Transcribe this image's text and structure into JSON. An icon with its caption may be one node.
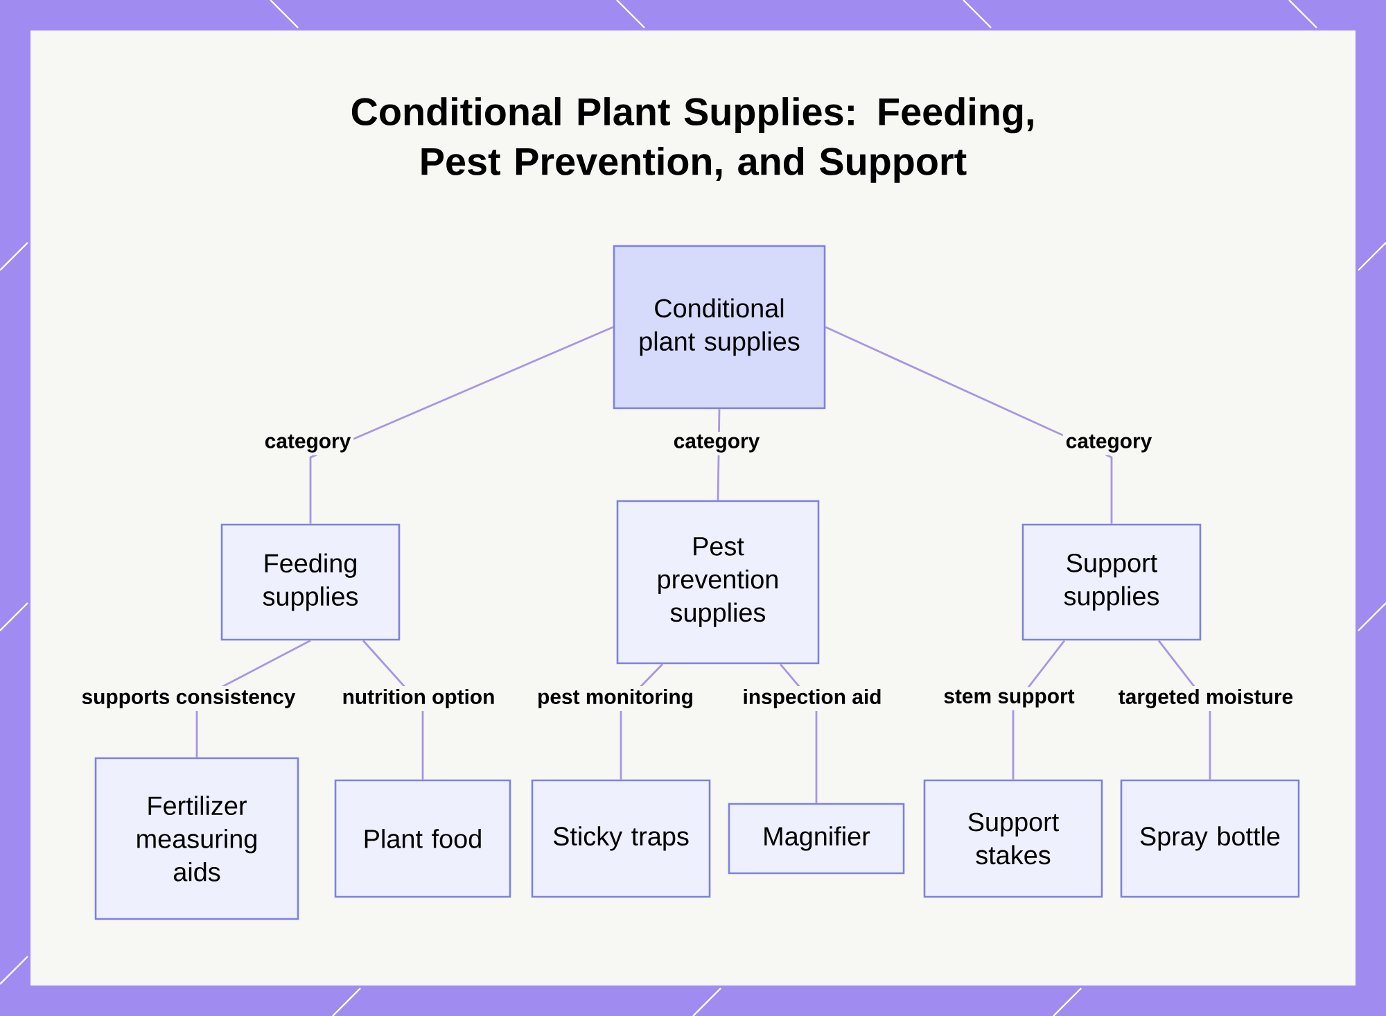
{
  "diagram": {
    "title": "Conditional Plant Supplies: Feeding, Pest Prevention, and Support",
    "nodes": [
      {
        "text": [
          "Conditional plant supplies"
        ]
      },
      {
        "text": [
          "Feeding supplies"
        ]
      },
      {
        "text": [
          "Pest prevention supplies"
        ]
      },
      {
        "text": [
          "Support supplies"
        ]
      },
      {
        "text": [
          "Fertilizer measuring aids"
        ]
      },
      {
        "text": [
          "Plant food"
        ]
      },
      {
        "text": [
          "Sticky traps"
        ]
      },
      {
        "text": [
          "Magnifier"
        ]
      },
      {
        "text": [
          "Support stakes"
        ]
      },
      {
        "text": [
          "Spray bottle"
        ]
      }
    ],
    "edges": [
      {
        "from": 0,
        "to": 1,
        "arrow": "none",
        "label": "category"
      },
      {
        "from": 0,
        "to": 2,
        "arrow": "none",
        "label": "category"
      },
      {
        "from": 0,
        "to": 3,
        "arrow": "none",
        "label": "category"
      },
      {
        "from": 1,
        "to": 4,
        "arrow": "none",
        "label": "supports consistency"
      },
      {
        "from": 1,
        "to": 5,
        "arrow": "none",
        "label": "nutrition option"
      },
      {
        "from": 2,
        "to": 6,
        "arrow": "none",
        "label": "pest monitoring"
      },
      {
        "from": 2,
        "to": 7,
        "arrow": "none",
        "label": "inspection aid"
      },
      {
        "from": 3,
        "to": 8,
        "arrow": "none",
        "label": "stem support"
      },
      {
        "from": 3,
        "to": 9,
        "arrow": "none",
        "label": "targeted moisture"
      }
    ]
  }
}
